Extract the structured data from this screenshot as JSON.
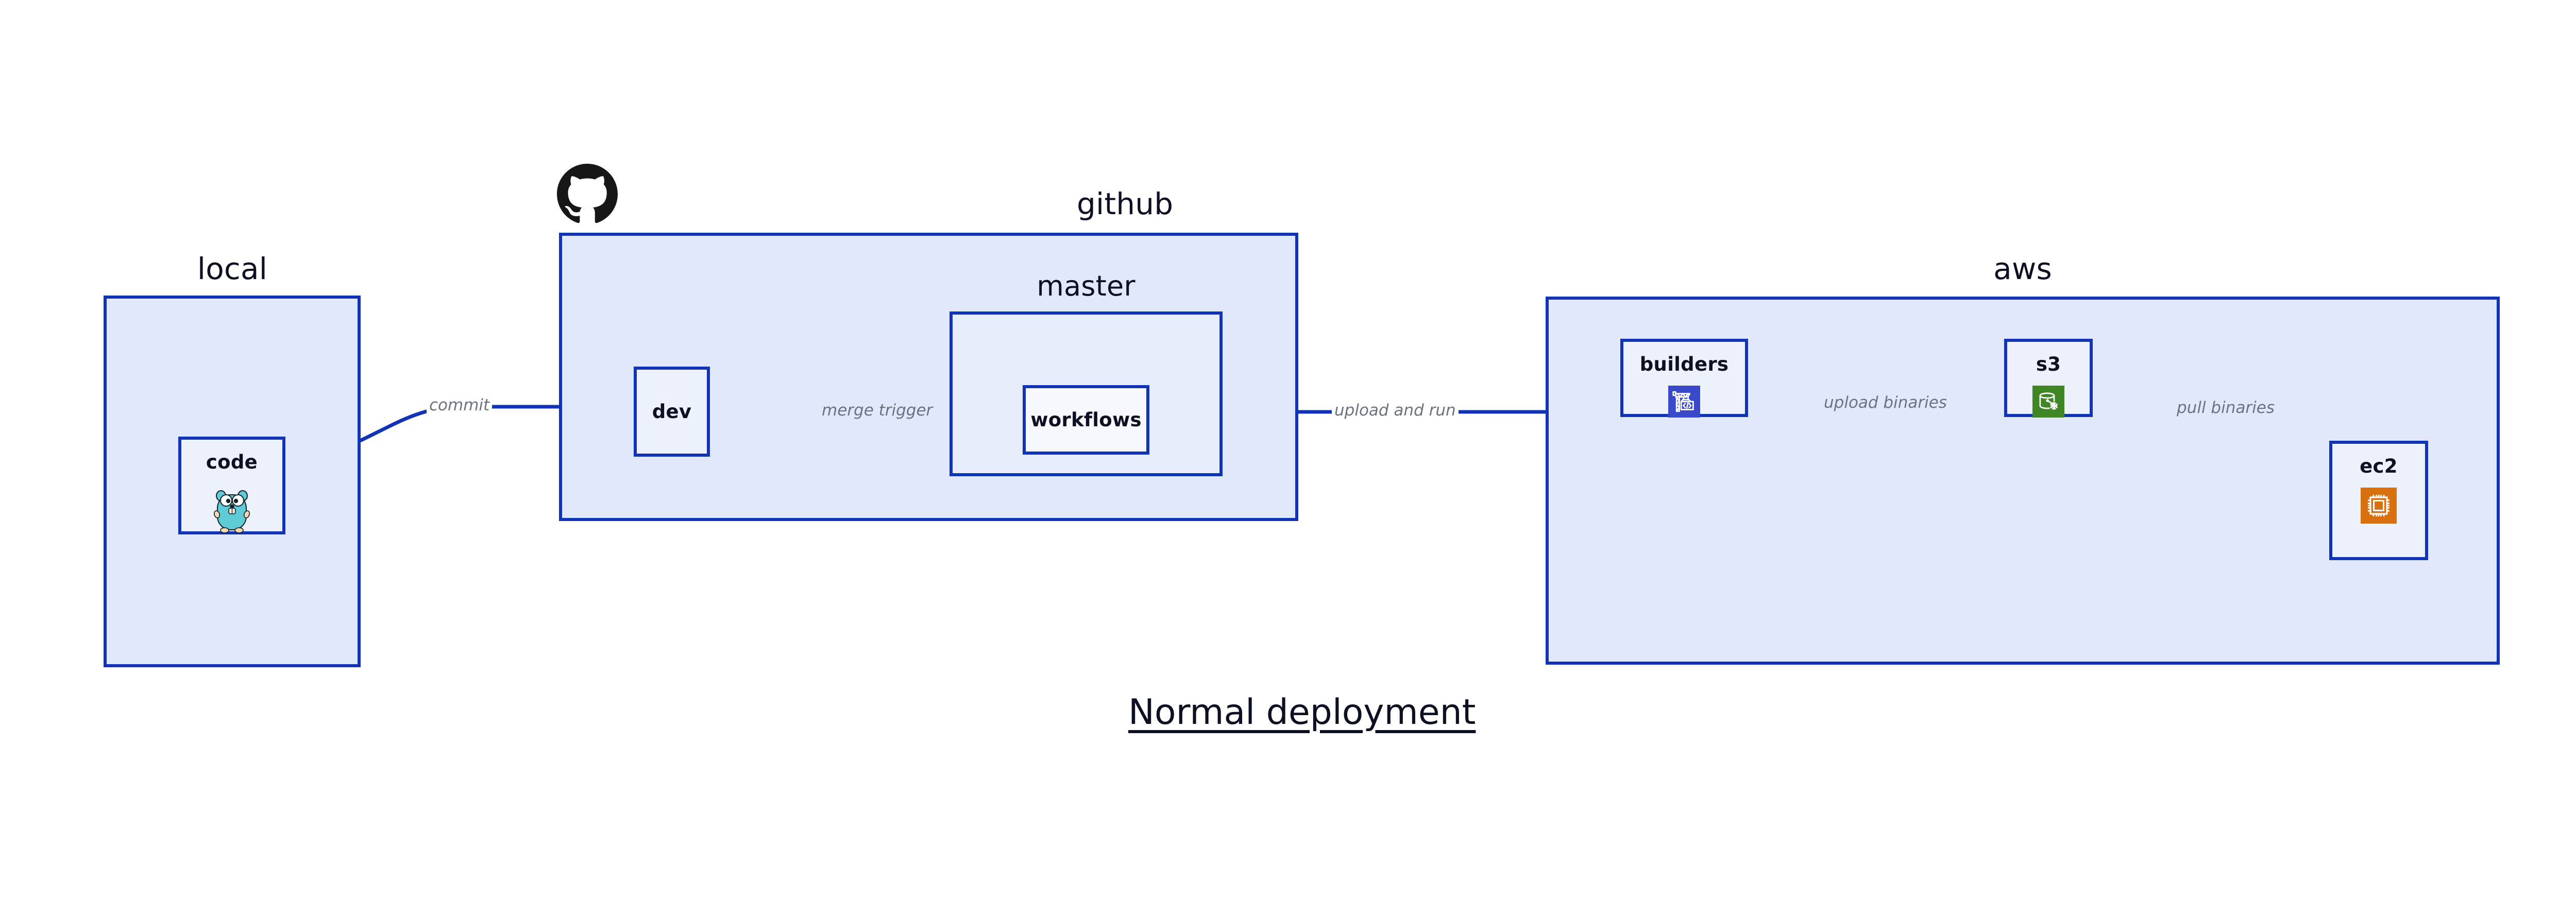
{
  "diagram": {
    "title": "Normal deployment",
    "accent_border": "#1034b5",
    "group_fill": "#e2e8fb",
    "node_fill": "#edf1fc",
    "label_color": "#6b7280",
    "groups": [
      {
        "id": "local",
        "label": "local"
      },
      {
        "id": "github",
        "label": "github"
      },
      {
        "id": "master",
        "label": "master"
      },
      {
        "id": "aws",
        "label": "aws"
      }
    ],
    "nodes": [
      {
        "id": "code",
        "label": "code",
        "icon": "go-gopher-icon",
        "group": "local"
      },
      {
        "id": "dev",
        "label": "dev",
        "icon": null,
        "group": "github"
      },
      {
        "id": "workflows",
        "label": "workflows",
        "icon": null,
        "group": "master"
      },
      {
        "id": "builders",
        "label": "builders",
        "icon": "aws-codebuild-icon",
        "group": "aws"
      },
      {
        "id": "s3",
        "label": "s3",
        "icon": "aws-s3-glacier-icon",
        "group": "aws"
      },
      {
        "id": "ec2",
        "label": "ec2",
        "icon": "aws-ec2-icon",
        "group": "aws"
      }
    ],
    "edges": [
      {
        "id": "commit",
        "label": "commit",
        "from": "code",
        "to": "dev"
      },
      {
        "id": "merge-trigger",
        "label": "merge trigger",
        "from": "dev",
        "to": "workflows"
      },
      {
        "id": "upload-and-run",
        "label": "upload and run",
        "from": "workflows",
        "to": "builders"
      },
      {
        "id": "upload-binaries",
        "label": "upload binaries",
        "from": "builders",
        "to": "s3"
      },
      {
        "id": "pull-binaries",
        "label": "pull binaries",
        "from": "s3",
        "to": "ec2"
      }
    ],
    "icons": {
      "github_logo": "github-octocat-icon",
      "codebuild_bg": "#3a49c9",
      "s3_bg": "#3f8624",
      "ec2_bg": "#d9700f",
      "gopher_body": "#5ecbd6"
    }
  }
}
